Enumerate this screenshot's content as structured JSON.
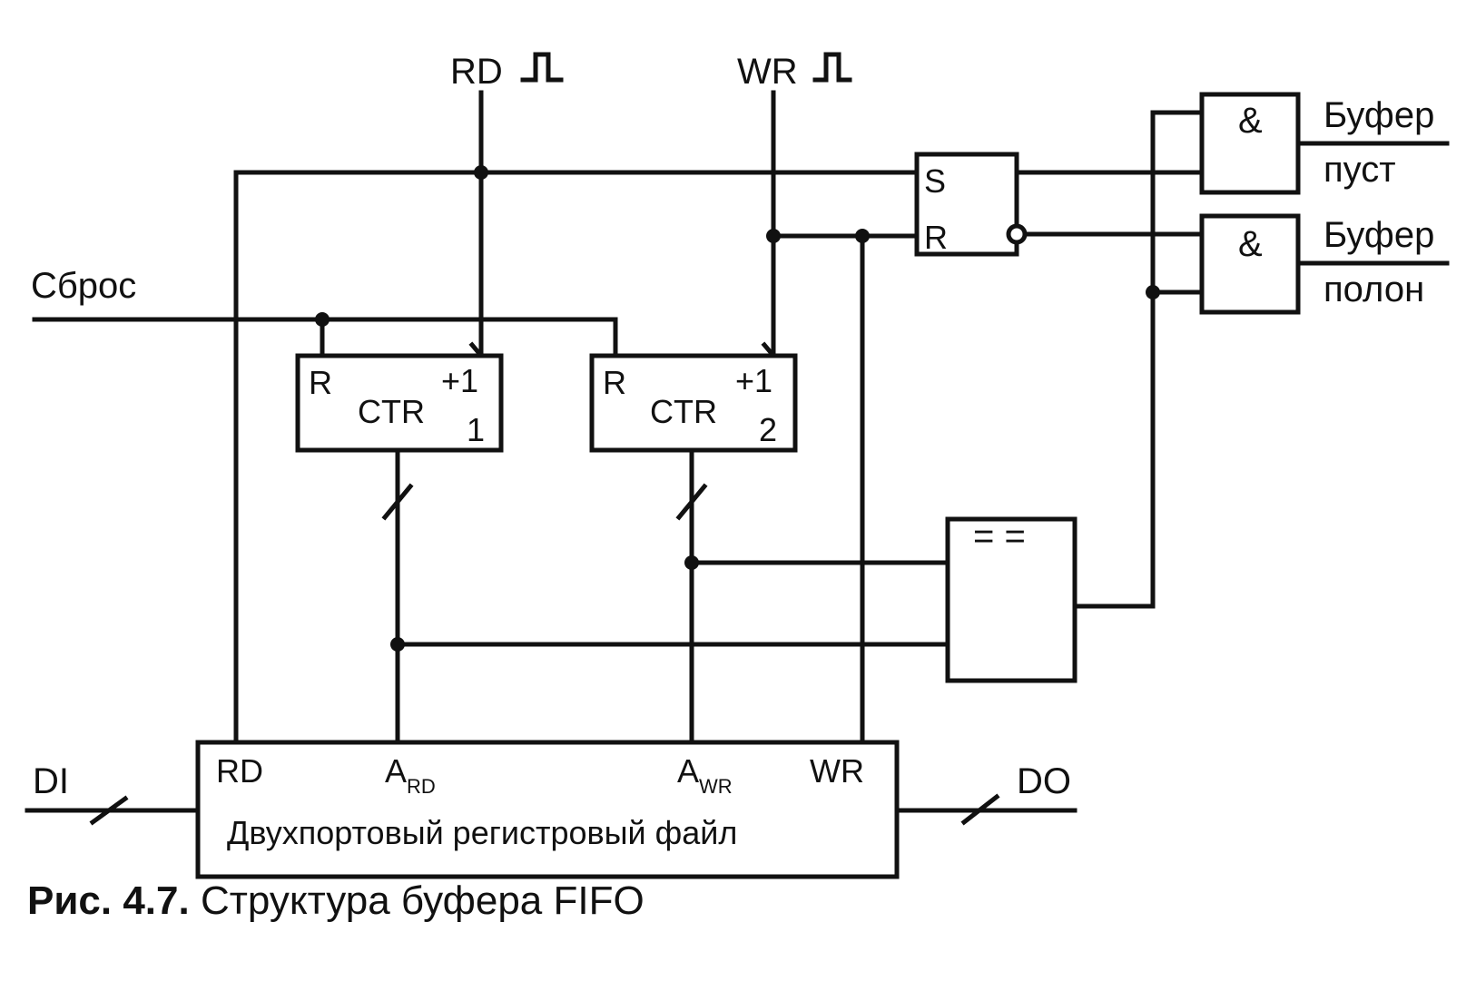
{
  "signals": {
    "rd_clock": "RD",
    "wr_clock": "WR",
    "reset": "Сброс",
    "data_in": "DI",
    "data_out": "DO",
    "buffer_empty_line1": "Буфер",
    "buffer_empty_line2": "пуст",
    "buffer_full_line1": "Буфер",
    "buffer_full_line2": "полон"
  },
  "counter_read": {
    "reset_pin": "R",
    "label": "CTR",
    "inc": "+1",
    "index": "1"
  },
  "counter_write": {
    "reset_pin": "R",
    "label": "CTR",
    "inc": "+1",
    "index": "2"
  },
  "sr_flipflop": {
    "set_pin": "S",
    "reset_pin": "R"
  },
  "and_gate_empty": {
    "symbol": "&"
  },
  "and_gate_full": {
    "symbol": "&"
  },
  "comparator": {
    "symbol": "= ="
  },
  "register_file": {
    "rd_pin": "RD",
    "a_rd_main": "A",
    "a_rd_sub": "RD",
    "a_wr_main": "A",
    "a_wr_sub": "WR",
    "wr_pin": "WR",
    "title": "Двухпортовый регистровый файл"
  },
  "caption": {
    "number": "Рис. 4.7.",
    "text": "Структура буфера FIFO"
  }
}
